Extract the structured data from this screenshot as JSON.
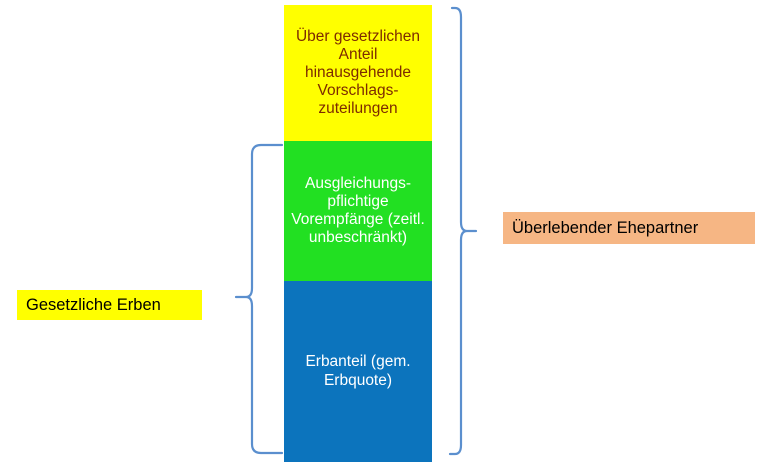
{
  "diagram": {
    "title_left_label": "Gesetzliche Erben",
    "title_right_label": "Überlebender Ehepartner",
    "bands": [
      {
        "id": "vorschlagszuteilungen",
        "text": "Über gesetzlichen Anteil hinausgehende Vorschlags-zuteilungen",
        "fill": "#ffff00",
        "text_color": "#7d2b00"
      },
      {
        "id": "vorempfaenge",
        "text": "Ausgleichungs-pflichtige Vorempfänge (zeitl. unbeschränkt)",
        "fill": "#22e022",
        "text_color": "#ffffff"
      },
      {
        "id": "erbanteil",
        "text": "Erbanteil (gem. Erbquote)",
        "fill": "#0c74bd",
        "text_color": "#ffffff"
      }
    ],
    "braces": [
      {
        "id": "left-brace",
        "name": "brace-gesetzliche-erben",
        "direction": "left",
        "color": "#5b8fce"
      },
      {
        "id": "right-brace",
        "name": "brace-ueberlebender-ehepartner",
        "direction": "right",
        "color": "#5b8fce"
      }
    ],
    "colors": {
      "yellow": "#ffff00",
      "green": "#22e022",
      "blue": "#0c74bd",
      "peach": "#f6b684",
      "brace": "#5b8fce",
      "maroon_text": "#7d2b00",
      "background": "#ffffff"
    }
  }
}
